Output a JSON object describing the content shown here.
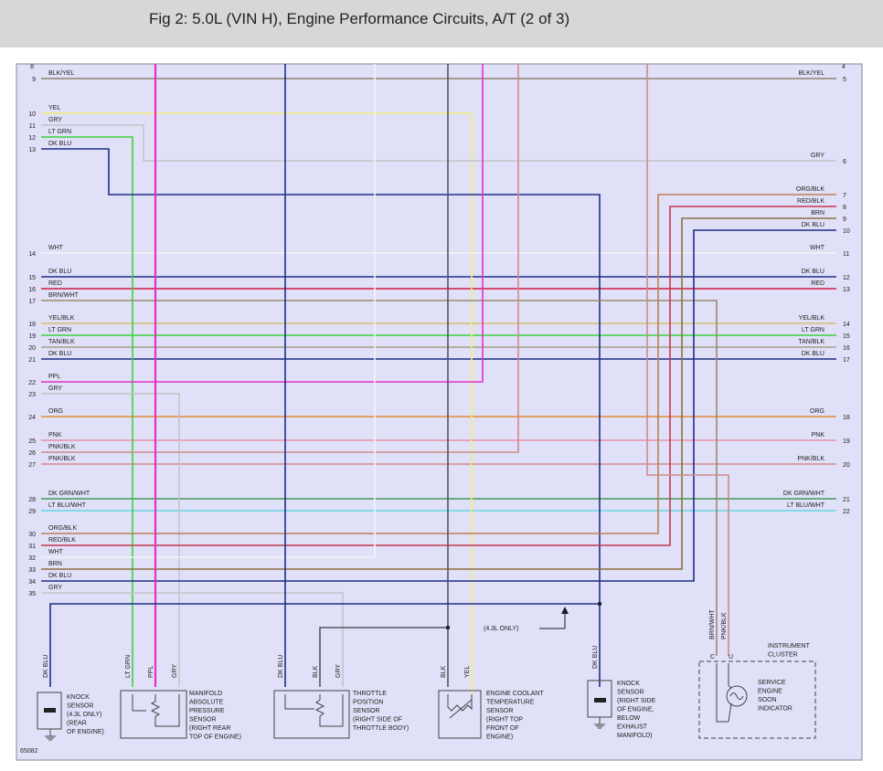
{
  "header": {
    "title": "Fig 2: 5.0L (VIN H), Engine Performance Circuits, A/T (2 of 3)"
  },
  "colors": {
    "background": "#e0e0f8",
    "border": "#a8a8b8",
    "BLK/YEL": "#8c8470",
    "YEL": "#f2ee78",
    "GRY": "#c4c4c8",
    "LT GRN": "#3cd23c",
    "DK BLU": "#1e2f86",
    "WHT": "#f4f4f4",
    "RED": "#d2193e",
    "BRN/WHT": "#9a8a6e",
    "YEL/BLK": "#d6bc68",
    "TAN/BLK": "#a79d88",
    "PPL": "#e431c6",
    "ORG": "#e48a2e",
    "PNK": "#e690a6",
    "PNK/BLK": "#cf8a8a",
    "DK GRN/WHT": "#429a54",
    "LT BLU/WHT": "#64d6e0",
    "ORG/BLK": "#c07e52",
    "RED/BLK": "#c43850",
    "BRN": "#8a7040",
    "BLK": "#555560"
  },
  "left_wires": [
    {
      "pin": "9",
      "label": "BLK/YEL"
    },
    {
      "pin": "10",
      "label": "YEL"
    },
    {
      "pin": "11",
      "label": "GRY"
    },
    {
      "pin": "12",
      "label": "LT GRN"
    },
    {
      "pin": "13",
      "label": "DK BLU"
    },
    {
      "pin": "14",
      "label": "WHT"
    },
    {
      "pin": "15",
      "label": "DK BLU"
    },
    {
      "pin": "16",
      "label": "RED"
    },
    {
      "pin": "17",
      "label": "BRN/WHT"
    },
    {
      "pin": "18",
      "label": "YEL/BLK"
    },
    {
      "pin": "19",
      "label": "LT GRN"
    },
    {
      "pin": "20",
      "label": "TAN/BLK"
    },
    {
      "pin": "21",
      "label": "DK BLU"
    },
    {
      "pin": "22",
      "label": "PPL"
    },
    {
      "pin": "23",
      "label": "GRY"
    },
    {
      "pin": "24",
      "label": "ORG"
    },
    {
      "pin": "25",
      "label": "PNK"
    },
    {
      "pin": "26",
      "label": "PNK/BLK"
    },
    {
      "pin": "27",
      "label": "PNK/BLK"
    },
    {
      "pin": "28",
      "label": "DK GRN/WHT"
    },
    {
      "pin": "29",
      "label": "LT BLU/WHT"
    },
    {
      "pin": "30",
      "label": "ORG/BLK"
    },
    {
      "pin": "31",
      "label": "RED/BLK"
    },
    {
      "pin": "32",
      "label": "WHT"
    },
    {
      "pin": "33",
      "label": "BRN"
    },
    {
      "pin": "34",
      "label": "DK BLU"
    },
    {
      "pin": "35",
      "label": "GRY"
    }
  ],
  "right_wires": [
    {
      "pin": "5",
      "label": "BLK/YEL"
    },
    {
      "pin": "6",
      "label": "GRY"
    },
    {
      "pin": "7",
      "label": "ORG/BLK"
    },
    {
      "pin": "8",
      "label": "RED/BLK"
    },
    {
      "pin": "9",
      "label": "BRN"
    },
    {
      "pin": "10",
      "label": "DK BLU"
    },
    {
      "pin": "11",
      "label": "WHT"
    },
    {
      "pin": "12",
      "label": "DK BLU"
    },
    {
      "pin": "13",
      "label": "RED"
    },
    {
      "pin": "14",
      "label": "YEL/BLK"
    },
    {
      "pin": "15",
      "label": "LT GRN"
    },
    {
      "pin": "16",
      "label": "TAN/BLK"
    },
    {
      "pin": "17",
      "label": "DK BLU"
    },
    {
      "pin": "18",
      "label": "ORG"
    },
    {
      "pin": "19",
      "label": "PNK"
    },
    {
      "pin": "20",
      "label": "PNK/BLK"
    },
    {
      "pin": "21",
      "label": "DK GRN/WHT"
    },
    {
      "pin": "22",
      "label": "LT BLU/WHT"
    }
  ],
  "top_pins": {
    "left": "8",
    "right": "4"
  },
  "vertical_labels": {
    "knock1": "DK BLU",
    "map_grn": "LT GRN",
    "map_ppl": "PPL",
    "map_gry": "GRY",
    "tps_blu": "DK BLU",
    "tps_blk": "BLK",
    "tps_gry": "GRY",
    "ect_blk": "BLK",
    "ect_yel": "YEL",
    "knock2": "DK BLU",
    "ic_brn": "BRN/WHT",
    "ic_pnk": "PNK/BLK"
  },
  "note_43": "(4.3L ONLY)",
  "components": {
    "knock1": [
      "KNOCK",
      "SENSOR",
      "(4.3L ONLY)",
      "(REAR",
      "OF ENGINE)"
    ],
    "map": [
      "MANIFOLD",
      "ABSOLUTE",
      "PRESSURE",
      "SENSOR",
      "(RIGHT REAR",
      "TOP OF ENGINE)"
    ],
    "tps": [
      "THROTTLE",
      "POSITION",
      "SENSOR",
      "(RIGHT SIDE OF",
      "THROTTLE BODY)"
    ],
    "ect": [
      "ENGINE COOLANT",
      "TEMPERATURE",
      "SENSOR",
      "(RIGHT TOP",
      "FRONT OF",
      "ENGINE)"
    ],
    "knock2": [
      "KNOCK",
      "SENSOR",
      "(RIGHT SIDE",
      "OF ENGINE,",
      "BELOW",
      "EXHAUST",
      "MANIFOLD)"
    ],
    "cluster_title": [
      "INSTRUMENT",
      "CLUSTER"
    ],
    "ses": [
      "SERVICE",
      "ENGINE",
      "SOON",
      "INDICATOR"
    ]
  },
  "cluster_pins": {
    "c": "C",
    "u": "U"
  },
  "figure_code": "65082"
}
